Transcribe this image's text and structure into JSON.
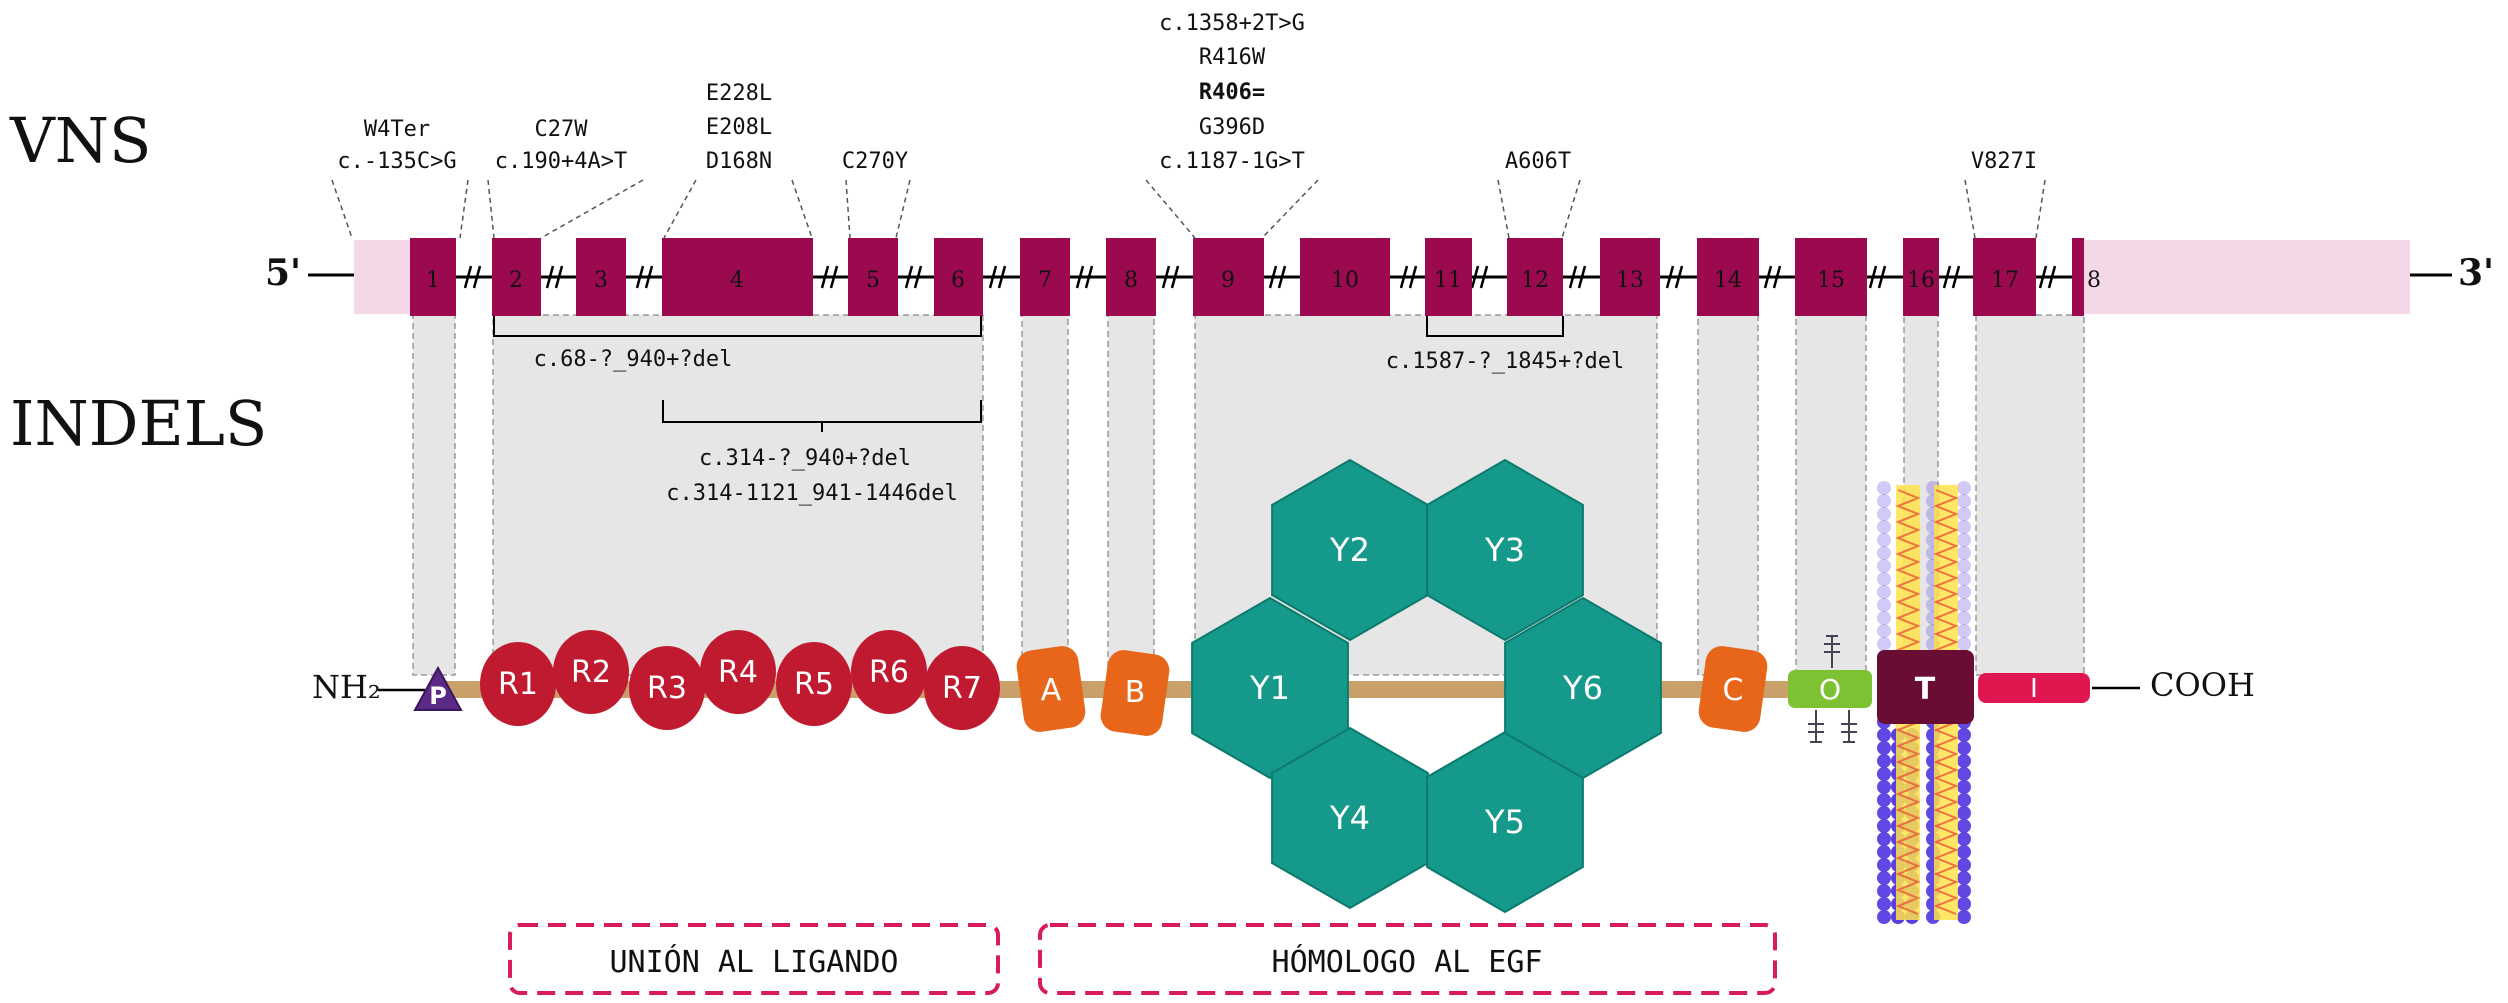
{
  "labels": {
    "vns": "VNS",
    "indels": "INDELS",
    "five_prime": "5'",
    "three_prime": "3'",
    "nh2": "NH₂",
    "cooh": "COOH"
  },
  "colors": {
    "exon": "#9b0a4f",
    "utr": "#f5d8e8",
    "shade": "#e6e6e6",
    "ldl_repeat": "#bf1a2f",
    "egf_like": "#e8661a",
    "propeller": "#14998a",
    "propeller_stroke": "#0d7a6d",
    "backbone": "#c9a06a",
    "o_linked": "#7dc233",
    "transmembrane": "#6a0d35",
    "intracellular": "#e0174f",
    "p_domain": "#5b2a86",
    "region_box": "#d81b5a",
    "membrane_blue": "#5a3ee0",
    "membrane_yellow": "#ffe24a"
  },
  "exons": [
    "1",
    "2",
    "3",
    "4",
    "5",
    "6",
    "7",
    "8",
    "9",
    "10",
    "11",
    "12",
    "13",
    "14",
    "15",
    "16",
    "17",
    "8"
  ],
  "vns_variants": {
    "exon1_group": [
      "W4Ter",
      "c.-135C>G"
    ],
    "exon2_group": [
      "C27W",
      "c.190+4A>T"
    ],
    "exon4_group": [
      "E228L",
      "E208L",
      "D168N"
    ],
    "exon5_group": [
      "C270Y"
    ],
    "exon9_group": [
      "c.1358+2T>G",
      "R416W",
      "R406=",
      "G396D",
      "c.1187-1G>T"
    ],
    "exon12_group": [
      "A606T"
    ],
    "exon17_group": [
      "V827I"
    ]
  },
  "indels": {
    "del_2_6": "c.68-?_940+?del",
    "del_4_6_a": "c.314-?_940+?del",
    "del_4_6_b": "c.314-1121_941-1446del",
    "del_11_12": "c.1587-?_1845+?del"
  },
  "domains": {
    "p": "P",
    "ldl_repeats": [
      "R1",
      "R2",
      "R3",
      "R4",
      "R5",
      "R6",
      "R7"
    ],
    "egf_a": "A",
    "egf_b": "B",
    "egf_c": "C",
    "propeller": [
      "Y1",
      "Y2",
      "Y3",
      "Y4",
      "Y5",
      "Y6"
    ],
    "o_linked": "O",
    "transmembrane": "T",
    "intracellular": "I"
  },
  "regions": {
    "ligand_binding": "UNIÓN AL LIGANDO",
    "egf_homolog": "HÓMOLOGO AL EGF"
  }
}
